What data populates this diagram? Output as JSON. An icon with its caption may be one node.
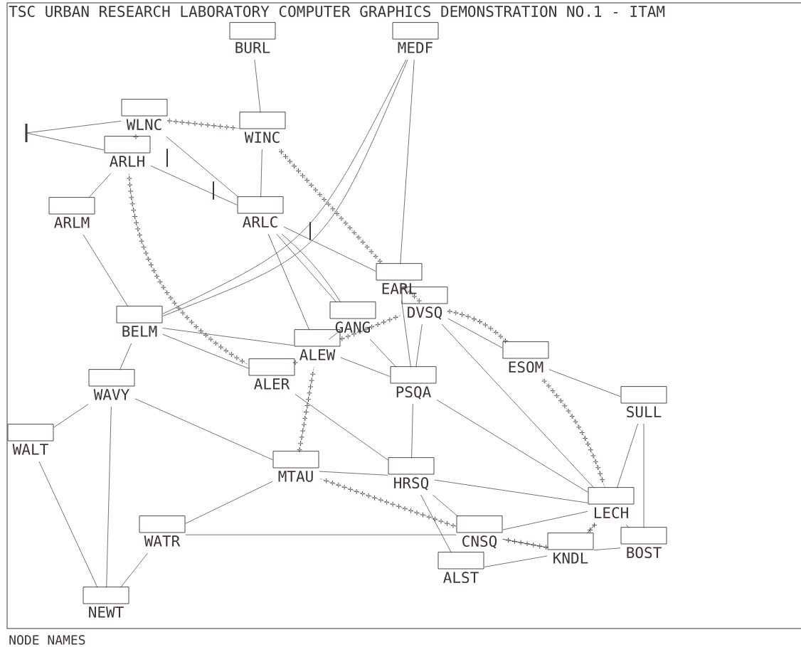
{
  "diagram": {
    "title": "TSC URBAN RESEARCH LABORATORY COMPUTER GRAPHICS DEMONSTRATION NO.1 - ITAM",
    "nodes": [
      {
        "text": [
          "BURL"
        ]
      },
      {
        "text": [
          "MEDF"
        ]
      },
      {
        "text": [
          "WLNC"
        ]
      },
      {
        "text": [
          "WINC"
        ]
      },
      {
        "text": [
          "ARLH"
        ]
      },
      {
        "text": [
          "ARLM"
        ]
      },
      {
        "text": [
          "ARLC"
        ]
      },
      {
        "text": [
          "EARL"
        ]
      },
      {
        "text": [
          "DVSQ"
        ]
      },
      {
        "text": [
          "GANG"
        ]
      },
      {
        "text": [
          "BELM"
        ]
      },
      {
        "text": [
          "ALEW"
        ]
      },
      {
        "text": [
          "ESOM"
        ]
      },
      {
        "text": [
          "ALER"
        ]
      },
      {
        "text": [
          "PSQA"
        ]
      },
      {
        "text": [
          "WAVY"
        ]
      },
      {
        "text": [
          "SULL"
        ]
      },
      {
        "text": [
          "WALT"
        ]
      },
      {
        "text": [
          "MTAU"
        ]
      },
      {
        "text": [
          "HRSQ"
        ]
      },
      {
        "text": [
          "LECH"
        ]
      },
      {
        "text": [
          "WATR"
        ]
      },
      {
        "text": [
          "CNSQ"
        ]
      },
      {
        "text": [
          "BOST"
        ]
      },
      {
        "text": [
          "KNDL"
        ]
      },
      {
        "text": [
          "ALST"
        ]
      },
      {
        "text": [
          "NEWT"
        ]
      },
      {
        "text": [],
        "shape": "bar"
      }
    ],
    "edges": [
      {
        "from": 2,
        "to": 27,
        "arrow": "none"
      },
      {
        "from": 4,
        "to": 27,
        "arrow": "none"
      },
      {
        "from": 0,
        "to": 3,
        "arrow": "none"
      },
      {
        "from": 1,
        "to": 10,
        "arrow": "none"
      },
      {
        "from": 1,
        "to": 10,
        "arrow": "none"
      },
      {
        "from": 1,
        "to": 7,
        "arrow": "none"
      },
      {
        "from": 2,
        "to": 6,
        "arrow": "none"
      },
      {
        "from": 4,
        "to": 6,
        "arrow": "none"
      },
      {
        "from": 3,
        "to": 6,
        "arrow": "none"
      },
      {
        "from": 4,
        "to": 5,
        "arrow": "none"
      },
      {
        "from": 5,
        "to": 10,
        "arrow": "none"
      },
      {
        "from": 6,
        "to": 7,
        "arrow": "none"
      },
      {
        "from": 6,
        "to": 9,
        "arrow": "none"
      },
      {
        "from": 6,
        "to": 9,
        "arrow": "none"
      },
      {
        "from": 6,
        "to": 11,
        "arrow": "none"
      },
      {
        "from": 10,
        "to": 11,
        "arrow": "none"
      },
      {
        "from": 10,
        "to": 13,
        "arrow": "none"
      },
      {
        "from": 10,
        "to": 15,
        "arrow": "none"
      },
      {
        "from": 9,
        "to": 11,
        "arrow": "none"
      },
      {
        "from": 9,
        "to": 14,
        "arrow": "none"
      },
      {
        "from": 7,
        "to": 14,
        "arrow": "none"
      },
      {
        "from": 8,
        "to": 14,
        "arrow": "none"
      },
      {
        "from": 8,
        "to": 12,
        "arrow": "none"
      },
      {
        "from": 8,
        "to": 20,
        "arrow": "none"
      },
      {
        "from": 11,
        "to": 14,
        "arrow": "none"
      },
      {
        "from": 13,
        "to": 19,
        "arrow": "none"
      },
      {
        "from": 12,
        "to": 16,
        "arrow": "none"
      },
      {
        "from": 14,
        "to": 19,
        "arrow": "none"
      },
      {
        "from": 14,
        "to": 20,
        "arrow": "none"
      },
      {
        "from": 15,
        "to": 17,
        "arrow": "none"
      },
      {
        "from": 15,
        "to": 26,
        "arrow": "none"
      },
      {
        "from": 15,
        "to": 18,
        "arrow": "none"
      },
      {
        "from": 17,
        "to": 26,
        "arrow": "none"
      },
      {
        "from": 16,
        "to": 20,
        "arrow": "none"
      },
      {
        "from": 16,
        "to": 23,
        "arrow": "none"
      },
      {
        "from": 18,
        "to": 19,
        "arrow": "none"
      },
      {
        "from": 18,
        "to": 21,
        "arrow": "none"
      },
      {
        "from": 19,
        "to": 20,
        "arrow": "none"
      },
      {
        "from": 19,
        "to": 22,
        "arrow": "none"
      },
      {
        "from": 19,
        "to": 25,
        "arrow": "none"
      },
      {
        "from": 20,
        "to": 22,
        "arrow": "none"
      },
      {
        "from": 20,
        "to": 24,
        "arrow": "none"
      },
      {
        "from": 20,
        "to": 23,
        "arrow": "none"
      },
      {
        "from": 21,
        "to": 22,
        "arrow": "none"
      },
      {
        "from": 21,
        "to": 26,
        "arrow": "none"
      },
      {
        "from": 22,
        "to": 24,
        "arrow": "none"
      },
      {
        "from": 24,
        "to": 23,
        "arrow": "none"
      },
      {
        "from": 24,
        "to": 25,
        "arrow": "none"
      },
      {
        "from": 2,
        "to": 4,
        "arrow": "none",
        "style": "dashed"
      },
      {
        "from": 4,
        "to": 13,
        "arrow": "none",
        "style": "dashed"
      },
      {
        "from": 13,
        "to": 11,
        "arrow": "none",
        "style": "dashed"
      },
      {
        "from": 11,
        "to": 8,
        "arrow": "none",
        "style": "dashed"
      },
      {
        "from": 2,
        "to": 3,
        "arrow": "none",
        "style": "dashed"
      },
      {
        "from": 3,
        "to": 7,
        "arrow": "none",
        "style": "dashed"
      },
      {
        "from": 7,
        "to": 8,
        "arrow": "none",
        "style": "dashed"
      },
      {
        "from": 8,
        "to": 12,
        "arrow": "none",
        "style": "dashed"
      },
      {
        "from": 12,
        "to": 20,
        "arrow": "none",
        "style": "dashed"
      },
      {
        "from": 20,
        "to": 24,
        "arrow": "none",
        "style": "dashed"
      },
      {
        "from": 24,
        "to": 22,
        "arrow": "none",
        "style": "dashed"
      },
      {
        "from": 22,
        "to": 18,
        "arrow": "none",
        "style": "dashed"
      },
      {
        "from": 18,
        "to": 11,
        "arrow": "none",
        "style": "dashed"
      }
    ],
    "labels": [
      "NODE NAMES"
    ]
  }
}
